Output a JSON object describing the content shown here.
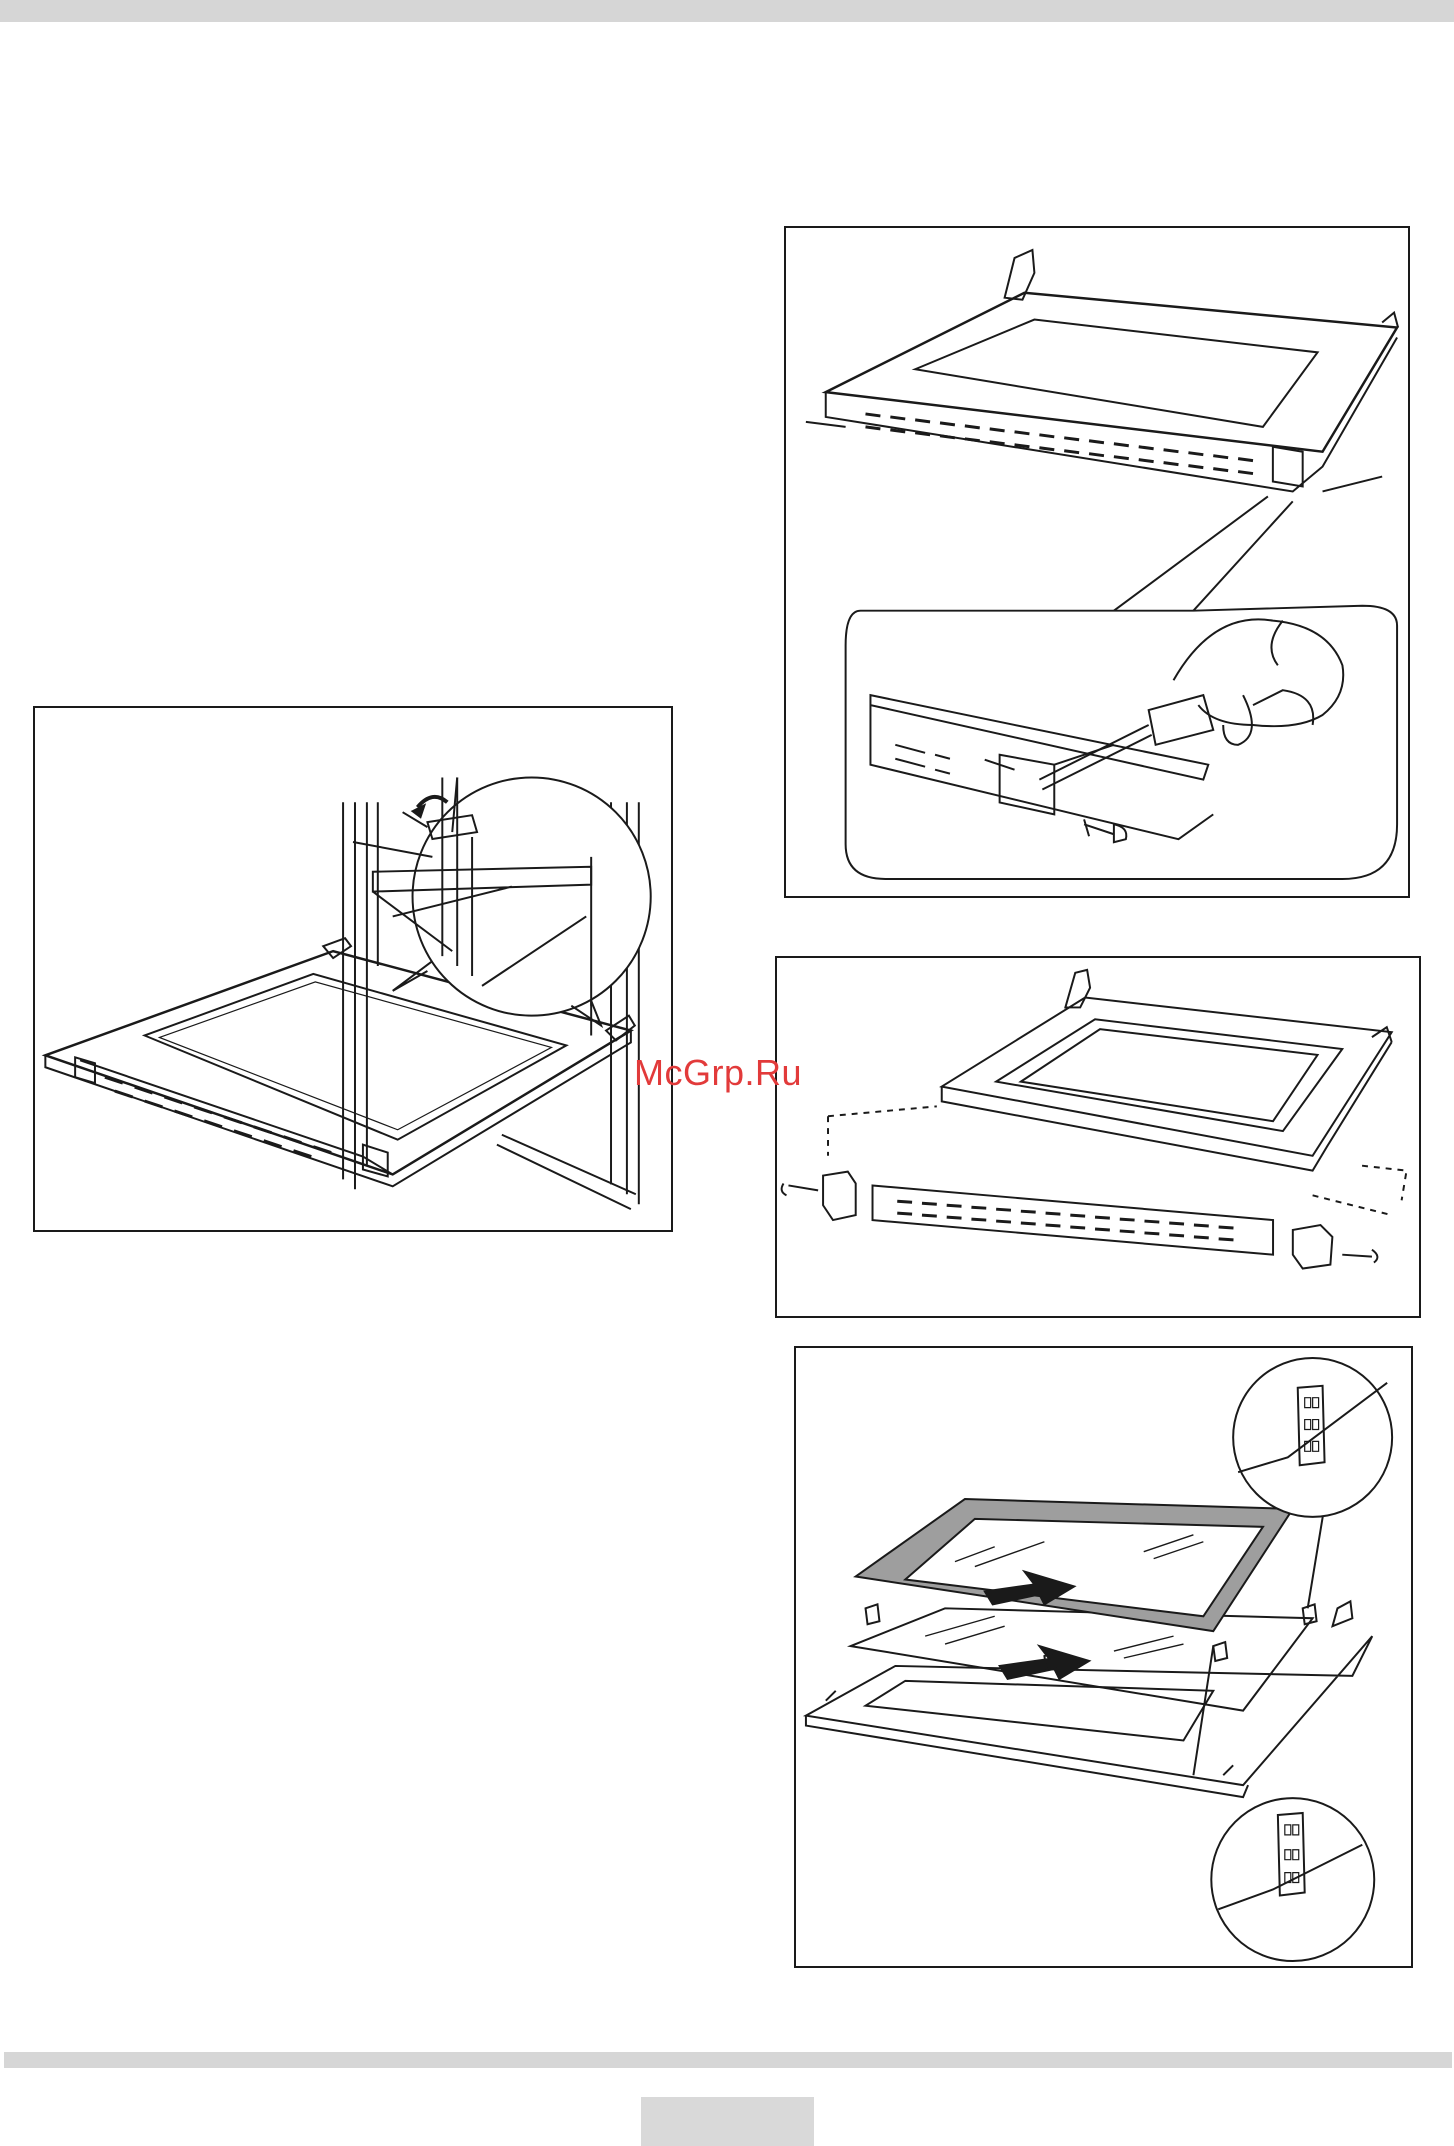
{
  "watermark": {
    "text": "McGrp.Ru",
    "color": "#e23a3a"
  },
  "colors": {
    "bars": "#d6d6d6",
    "lines": "#1a1a1a",
    "glass_tint": "#9e9e9e"
  },
  "figures": [
    {
      "id": "door-open",
      "icon": "oven-door-hinge-latch-illustration"
    },
    {
      "id": "door-screw",
      "icon": "screwdriver-removing-door-screw-illustration"
    },
    {
      "id": "door-exploded",
      "icon": "door-handle-trim-exploded-illustration"
    },
    {
      "id": "glass-panels",
      "icon": "door-glass-panels-removal-illustration"
    }
  ]
}
